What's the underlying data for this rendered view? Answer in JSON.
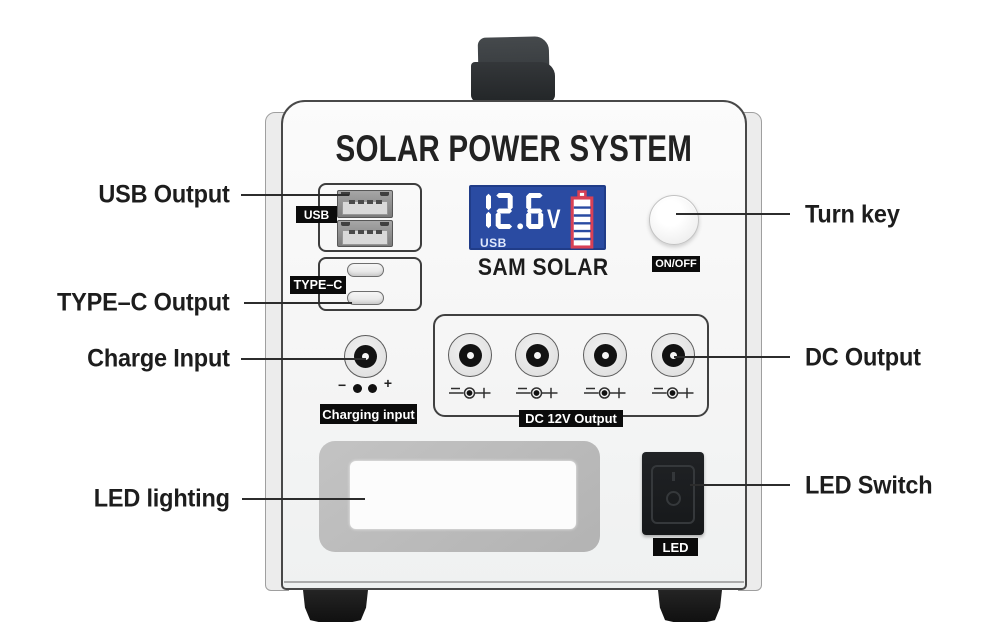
{
  "title": "SOLAR POWER SYSTEM",
  "device": {
    "brand": "SAM SOLAR",
    "display": {
      "value": "12.6",
      "unit": "V",
      "mode_label": "USB",
      "battery_segments": 6,
      "battery_level": 6
    },
    "badges": {
      "usb": "USB",
      "typec": "TYPE–C",
      "onoff": "ON/OFF",
      "charging": "Charging input",
      "dc": "DC 12V Output",
      "led": "LED"
    },
    "polarity": {
      "minus": "−",
      "plus": "+"
    },
    "counts": {
      "usb_ports": 2,
      "typec_ports": 2,
      "dc_jacks": 4
    }
  },
  "callouts": {
    "left": [
      {
        "label": "USB Output"
      },
      {
        "label": "TYPE–C Output"
      },
      {
        "label": "Charge Input"
      },
      {
        "label": "LED lighting"
      }
    ],
    "right": [
      {
        "label": "Turn key"
      },
      {
        "label": "DC Output"
      },
      {
        "label": "LED Switch"
      }
    ]
  },
  "colors": {
    "display_blue": "#2a4ba2",
    "battery_red": "#d84055",
    "badge_black": "#0b0b0b",
    "line_dark": "#2c2c2c",
    "body_light": "#f5f5f5"
  }
}
